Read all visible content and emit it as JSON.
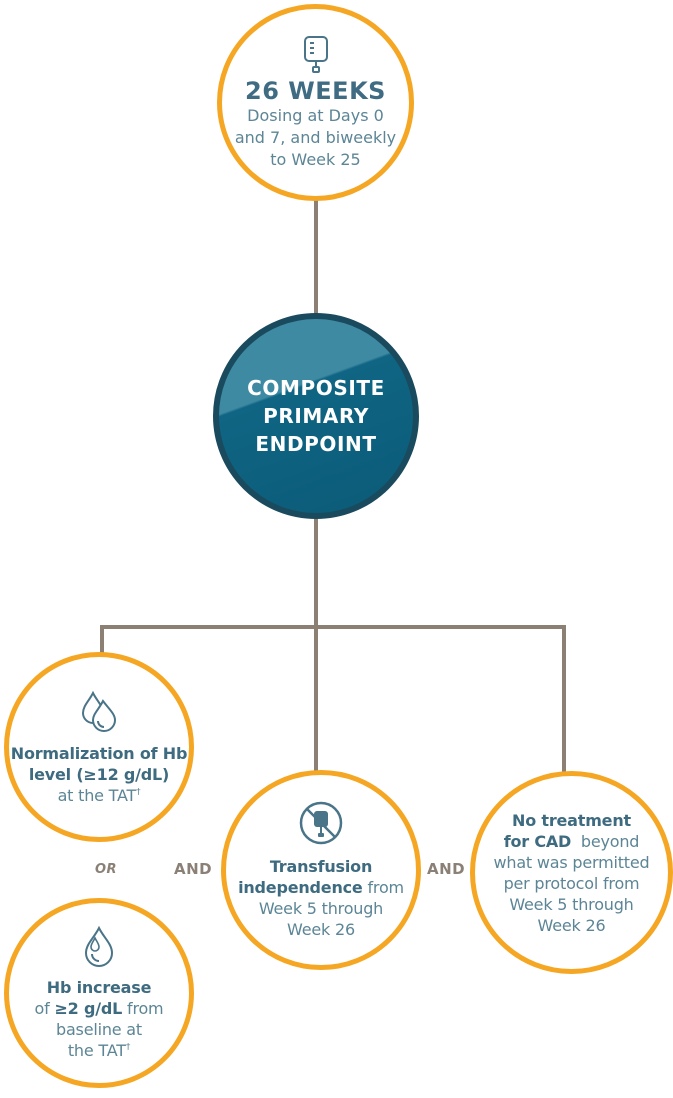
{
  "colors": {
    "ring": "#f5a623",
    "connector": "#8c7f73",
    "teal_text": "#3e6b80",
    "center_fill": "#0f6583",
    "center_border": "#1a4a5e"
  },
  "top_node": {
    "icon": "iv-bag-icon",
    "title": "26 WEEKS",
    "lines": [
      "Dosing at Days 0",
      "and 7, and biweekly",
      "to Week 25"
    ]
  },
  "center_node": {
    "lines": [
      "COMPOSITE",
      "PRIMARY",
      "ENDPOINT"
    ]
  },
  "branches": {
    "normalization": {
      "icon": "blood-drops-icon",
      "line1": "Normalization of Hb",
      "line2": "level (≥12 g/dL)",
      "line3": "at the TAT",
      "mark": "†"
    },
    "or_label": "OR",
    "hb_increase": {
      "icon": "blood-drop-icon",
      "line1": "Hb increase",
      "line2_pre": "of ",
      "line2_bold": "≥2 g/dL",
      "line2_post": " from",
      "line3": "baseline at",
      "line4": "the TAT",
      "mark": "†"
    },
    "and_label_1": "AND",
    "transfusion": {
      "icon": "no-transfusion-icon",
      "line1": "Transfusion",
      "line2_bold": "independence",
      "line2_post": " from",
      "line3": "Week 5 through",
      "line4": "Week 26"
    },
    "and_label_2": "AND",
    "no_treatment": {
      "line1": "No treatment",
      "line2_bold": "for CAD",
      "line2_post": "  beyond",
      "line3": "what was permitted",
      "line4": "per protocol from",
      "line5": "Week 5 through",
      "line6": "Week 26"
    }
  }
}
